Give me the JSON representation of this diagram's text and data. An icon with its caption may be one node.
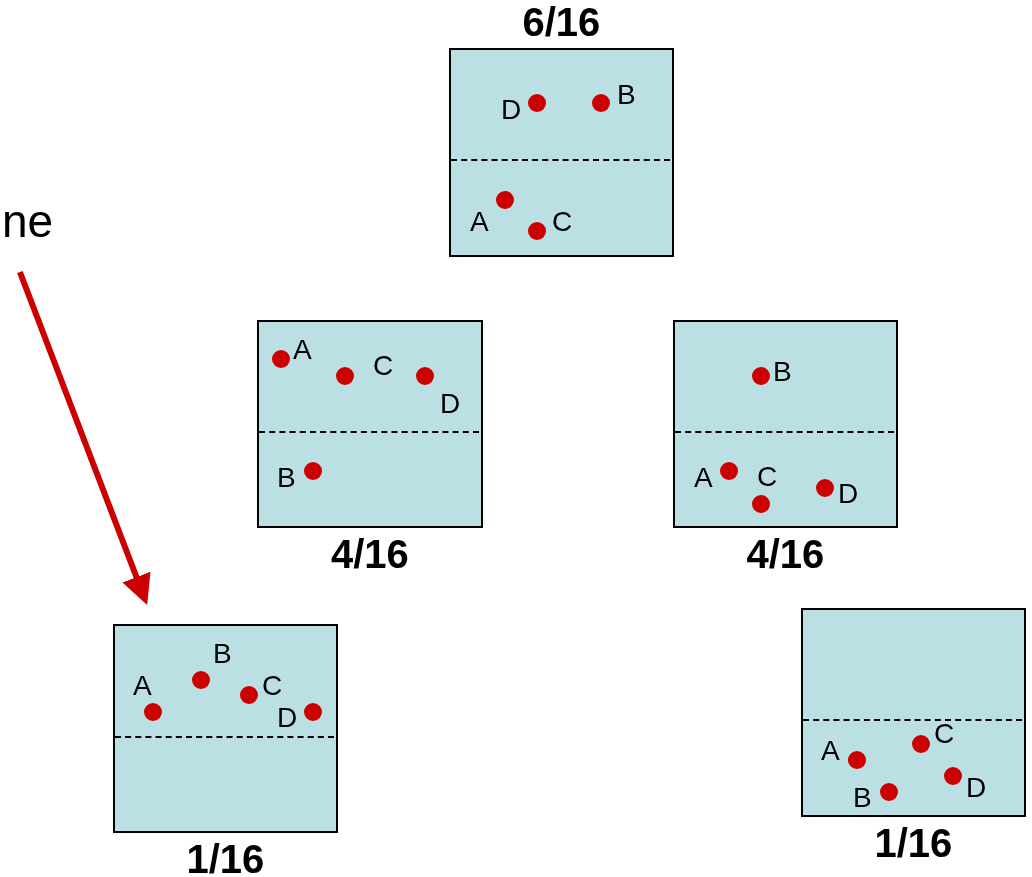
{
  "diagram": {
    "nodes": [
      {
        "text": [
          "6/16"
        ]
      },
      {
        "text": [
          "D"
        ],
        "in": 0
      },
      {
        "text": [
          "B"
        ],
        "in": 0
      },
      {
        "text": [
          "A"
        ],
        "in": 0
      },
      {
        "text": [
          "C"
        ],
        "in": 0
      },
      {
        "text": [
          "ne"
        ]
      },
      {
        "text": [
          "4/16"
        ]
      },
      {
        "text": [
          "A"
        ],
        "in": 6
      },
      {
        "text": [
          "C"
        ],
        "in": 6
      },
      {
        "text": [
          "D"
        ],
        "in": 6
      },
      {
        "text": [
          "B"
        ],
        "in": 6
      },
      {
        "text": [
          "4/16"
        ]
      },
      {
        "text": [
          "B"
        ],
        "in": 11
      },
      {
        "text": [
          "A"
        ],
        "in": 11
      },
      {
        "text": [
          "C"
        ],
        "in": 11
      },
      {
        "text": [
          "D"
        ],
        "in": 11
      },
      {
        "text": [
          "1/16"
        ]
      },
      {
        "text": [
          "B"
        ],
        "in": 16
      },
      {
        "text": [
          "A"
        ],
        "in": 16
      },
      {
        "text": [
          "C"
        ],
        "in": 16
      },
      {
        "text": [
          "D"
        ],
        "in": 16
      },
      {
        "text": [
          "1/16"
        ]
      },
      {
        "text": [
          "C"
        ],
        "in": 21
      },
      {
        "text": [
          "A"
        ],
        "in": 21
      },
      {
        "text": [
          "D"
        ],
        "in": 21
      },
      {
        "text": [
          "B"
        ],
        "in": 21
      }
    ],
    "edges": [
      {
        "from": 5,
        "to": 16,
        "arrow": "to"
      }
    ]
  }
}
